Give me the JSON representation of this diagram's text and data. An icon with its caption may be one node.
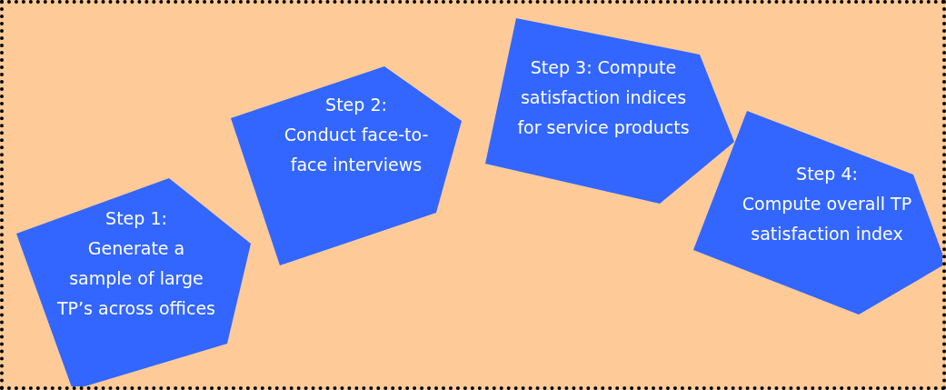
{
  "diagram": {
    "nodes": [
      {
        "text": [
          "Step 1:",
          "Generate a sample of large TP’s across offices"
        ]
      },
      {
        "text": [
          "Step 2:",
          "Conduct face-to-face interviews"
        ]
      },
      {
        "text": [
          "Step 3:  Compute satisfaction indices for service products"
        ]
      },
      {
        "text": [
          "Step 4:",
          "Compute overall TP satisfaction index"
        ]
      }
    ],
    "edges": []
  }
}
